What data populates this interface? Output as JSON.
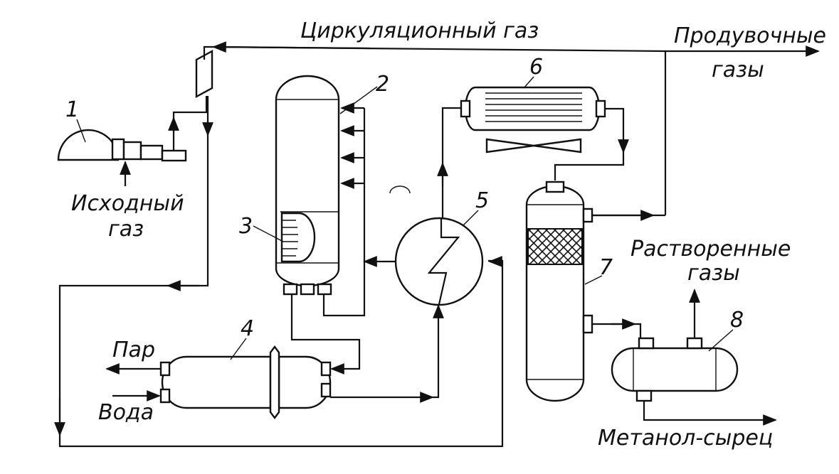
{
  "labels": {
    "circulation_gas": "Циркуляционный газ",
    "purge_gas_line1": "Продувочные",
    "purge_gas_line2": "газы",
    "feed_gas_line1": "Исходный",
    "feed_gas_line2": "газ",
    "steam": "Пар",
    "water": "Вода",
    "dissolved_gas_line1": "Растворенные",
    "dissolved_gas_line2": "газы",
    "crude_methanol": "Метанол-сырец"
  },
  "numbers": {
    "n1": "1",
    "n2": "2",
    "n3": "3",
    "n4": "4",
    "n5": "5",
    "n6": "6",
    "n7": "7",
    "n8": "8"
  }
}
